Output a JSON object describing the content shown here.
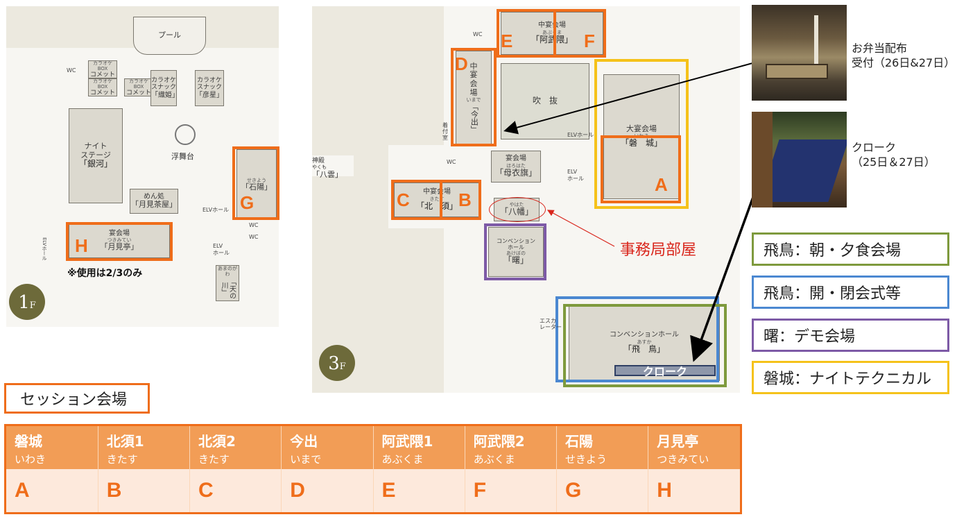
{
  "floor1": {
    "badge_num": "1",
    "badge_unit": "F",
    "rooms": {
      "pool": "プール",
      "karaoke_box1_kana": "カラオケBOX",
      "karaoke_box1": "コメット",
      "karaoke_box2_kana": "カラオケBOX",
      "karaoke_box2": "コメット",
      "karaoke_box3_kana": "カラオケBOX",
      "karaoke_box3": "コメット",
      "snack_orihime_type": "カラオケ\nスナック",
      "snack_orihime": "「織姫」",
      "snack_hikoboshi_type": "カラオケ\nスナック",
      "snack_hikoboshi": "「彦星」",
      "night_stage_type": "ナイト\nステージ",
      "night_stage": "「銀河」",
      "ukibutai": "浮舞台",
      "menya_type": "めん処",
      "menya": "「月見茶屋」",
      "sekiyou_kana": "せきよう",
      "sekiyou": "「石陽」",
      "tsukimitei_type": "宴会場",
      "tsukimitei_kana": "つきみてい",
      "tsukimitei": "「月見亭」",
      "amanogawa_kana": "あまのがわ",
      "amanogawa": "「天の川」",
      "elv_hall": "ELVホール",
      "elv": "ELV\nホール",
      "elv_hall_side": "ELVホール",
      "wc": "WC"
    },
    "note": "※使用は2/3のみ",
    "letters": {
      "G": "G",
      "H": "H"
    }
  },
  "floor3": {
    "badge_num": "3",
    "badge_unit": "F",
    "rooms": {
      "abukuma_type": "中宴会場",
      "abukuma_kana": "あぶくま",
      "abukuma": "「阿武隈」",
      "imade_type": "中\n宴\n会\n場",
      "imade_kana": "いまで",
      "imade": "「今出」",
      "fukinuke": "吹　抜",
      "iwaki_type": "大宴会場",
      "iwaki_kana": "いわき",
      "iwaki": "「磐　城」",
      "elv_hall": "ELVホール",
      "kitasu_type": "中宴会場",
      "kitasu_kana": "きたす",
      "kitasu": "「北　須」",
      "horohata_type": "宴会場",
      "horohata_kana": "ほろはた",
      "horohata": "「母衣旗」",
      "yahata_kana": "やはた",
      "yahata": "「八幡」",
      "akebono_type": "コンベンション\nホール",
      "akebono_kana": "あけぼの",
      "akebono": "「曙」",
      "asuka_type": "コンベンションホール",
      "asuka_kana": "あすか",
      "asuka": "「飛　鳥」",
      "yakumo_type": "神殿",
      "yakumo_kana": "やくも",
      "yakumo": "「八雲」",
      "kitsuke": "着\n付\n室",
      "escalator": "エスカ\nレーター",
      "elv": "ELV\nホール",
      "wc": "WC"
    },
    "cloak_label": "クローク",
    "letters": {
      "A": "A",
      "B": "B",
      "C": "C",
      "D": "D",
      "E": "E",
      "F": "F"
    }
  },
  "office_label": "事務局部屋",
  "photos": {
    "photo1_caption_line1": "お弁当配布",
    "photo1_caption_line2": "受付（26日&27日）",
    "photo2_caption_line1": "クローク",
    "photo2_caption_line2": "（25日＆27日）"
  },
  "legend": [
    {
      "text": "飛鳥：朝・夕食会場",
      "color": "#7e9a3d"
    },
    {
      "text": "飛鳥：開・閉会式等",
      "color": "#4b88d1"
    },
    {
      "text": "曙：デモ会場",
      "color": "#7d5aa6"
    },
    {
      "text": "磐城：ナイトテクニカル",
      "color": "#f5c21b"
    }
  ],
  "session": {
    "title": "セッション会場",
    "columns": [
      {
        "name": "磐城",
        "kana": "いわき",
        "letter": "A"
      },
      {
        "name": "北須1",
        "kana": "きたす",
        "letter": "B"
      },
      {
        "name": "北須2",
        "kana": "きたす",
        "letter": "C"
      },
      {
        "name": "今出",
        "kana": "いまで",
        "letter": "D"
      },
      {
        "name": "阿武隈1",
        "kana": "あぶくま",
        "letter": "E"
      },
      {
        "name": "阿武隈2",
        "kana": "あぶくま",
        "letter": "F"
      },
      {
        "name": "石陽",
        "kana": "せきよう",
        "letter": "G"
      },
      {
        "name": "月見亭",
        "kana": "つきみてい",
        "letter": "H"
      }
    ]
  },
  "colors": {
    "orange": "#ef6d1a",
    "yellow": "#f5c21b",
    "blue": "#4b88d1",
    "green": "#7e9a3d",
    "purple": "#7d5aa6",
    "office_red": "#d9261c"
  }
}
